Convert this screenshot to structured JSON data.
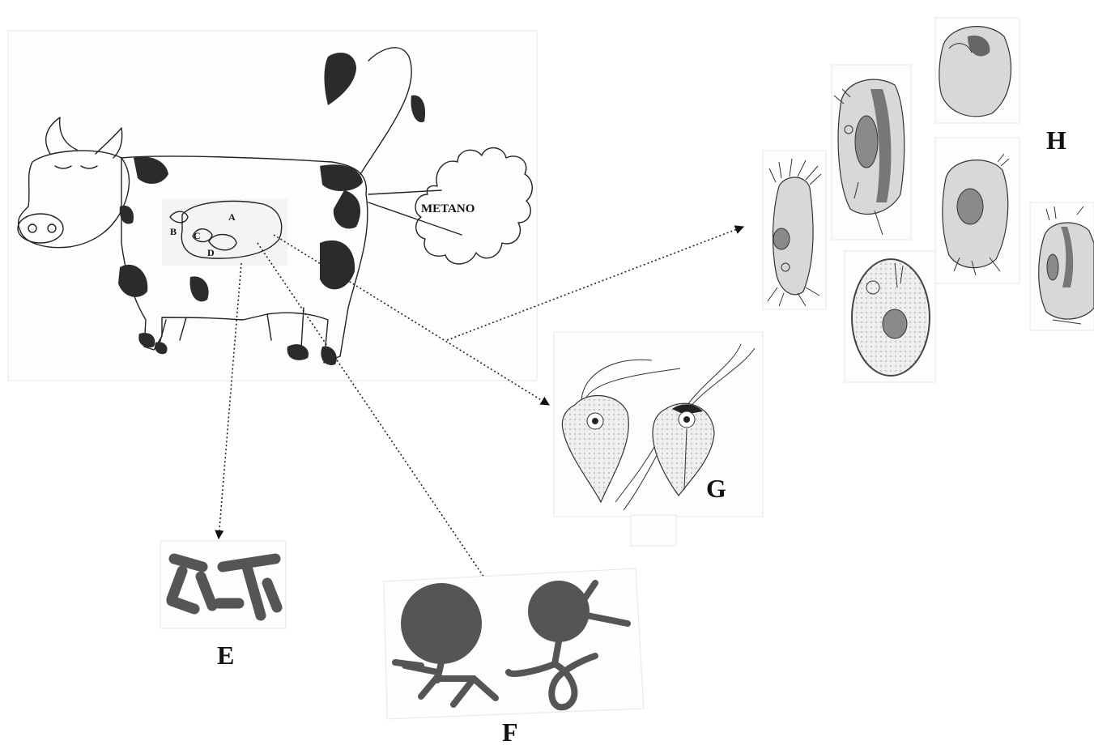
{
  "labels": {
    "stomach_a": "A",
    "stomach_b": "B",
    "stomach_c": "C",
    "stomach_d": "D",
    "gas": "METANO",
    "e": "E",
    "f": "F",
    "g": "G",
    "h": "H"
  }
}
